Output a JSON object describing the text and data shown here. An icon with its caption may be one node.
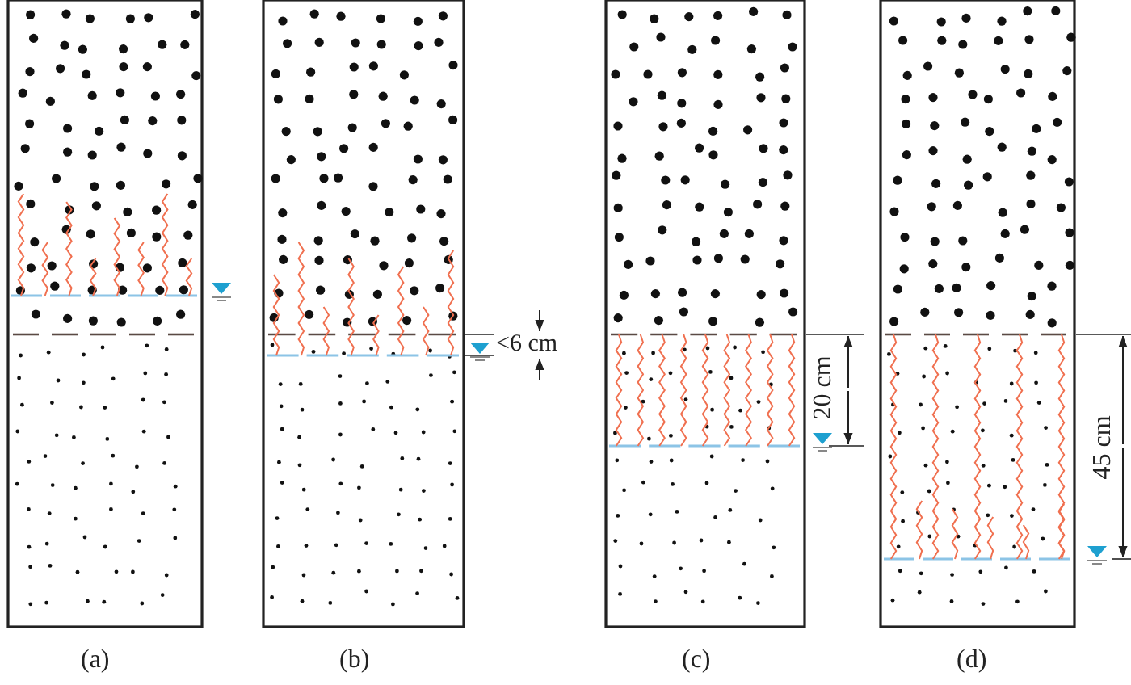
{
  "diagram": {
    "labels": [
      "<6 cm",
      "20 cm",
      "45 cm",
      "(a)",
      "(b)",
      "(c)",
      "(d)"
    ]
  }
}
